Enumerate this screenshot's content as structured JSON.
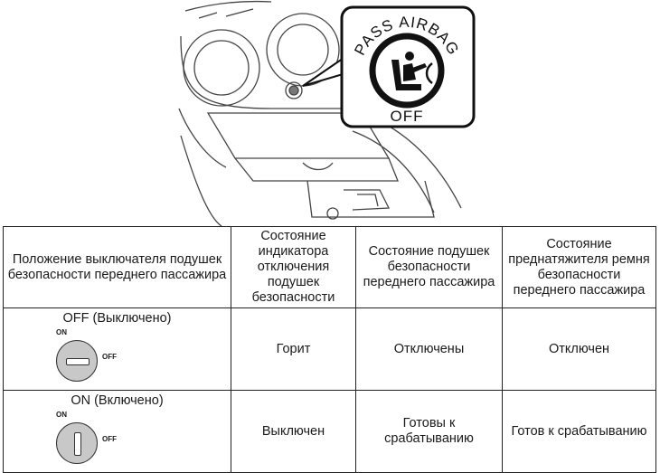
{
  "illustration": {
    "indicator_top_text": "PASS AIRBAG",
    "indicator_bottom_text": "OFF"
  },
  "table": {
    "headers": [
      "Положение выключателя подушек безопасности переднего пассажира",
      "Состояние индикатора отключения подушек безопасности",
      "Состояние подушек безопасности переднего пассажира",
      "Состояние преднатяжителя ремня безопасности переднего пассажира"
    ],
    "rows": [
      {
        "position_label": "OFF (Выключено)",
        "switch_on_label": "ON",
        "switch_off_label": "OFF",
        "indicator": "Горит",
        "airbags": "Отключены",
        "pretensioner": "Отключен"
      },
      {
        "position_label": "ON (Включено)",
        "switch_on_label": "ON",
        "switch_off_label": "OFF",
        "indicator": "Выключен",
        "airbags": "Готовы к срабатыванию",
        "pretensioner": "Готов к срабатыванию"
      }
    ]
  }
}
